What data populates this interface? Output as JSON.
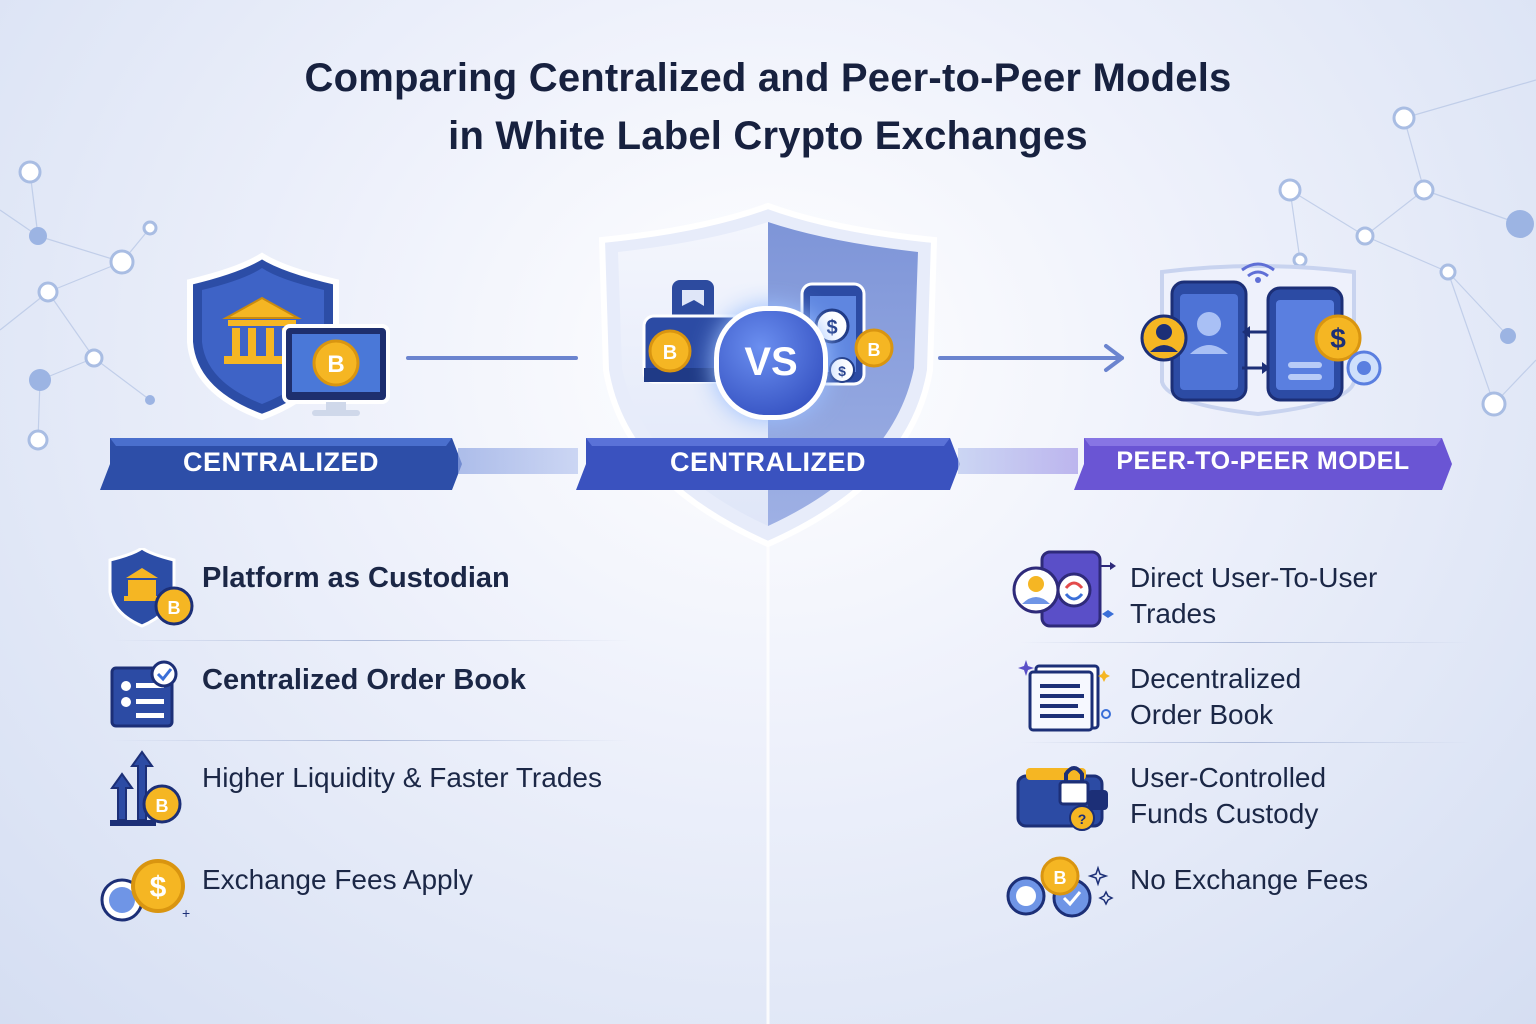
{
  "title": {
    "line1": "Comparing Centralized and Peer-to-Peer Models",
    "line2": "in White Label Crypto Exchanges"
  },
  "banners": {
    "left": "CENTRALIZED",
    "center": "CENTRALIZED",
    "right": "PEER-TO-PEER MODEL"
  },
  "vs_badge": "VS",
  "left_features": [
    {
      "text": "Platform as Custodian",
      "icon": "bank-shield-bitcoin-icon"
    },
    {
      "text": "Centralized Order Book",
      "icon": "order-book-icon"
    },
    {
      "text": "Higher Liquidity & Faster Trades",
      "icon": "liquidity-arrows-icon"
    },
    {
      "text": "Exchange Fees Apply",
      "icon": "fee-coins-icon"
    }
  ],
  "right_features": [
    {
      "text": "Direct User-To-User Trades",
      "line1": "Direct User-To-User",
      "line2": "Trades",
      "icon": "user-exchange-icon"
    },
    {
      "text": "Decentralized Order Book",
      "line1": "Decentralized",
      "line2": "Order Book",
      "icon": "document-icon"
    },
    {
      "text": "User-Controlled Funds Custody",
      "line1": "User-Controlled",
      "line2": "Funds Custody",
      "icon": "wallet-lock-icon"
    },
    {
      "text": "No Exchange Fees",
      "icon": "coins-sparkle-icon"
    }
  ],
  "colors": {
    "centralized_blue": "#2f4fb0",
    "p2p_purple": "#6a55d4",
    "title": "#17213f",
    "coin_gold": "#f2b21b"
  }
}
